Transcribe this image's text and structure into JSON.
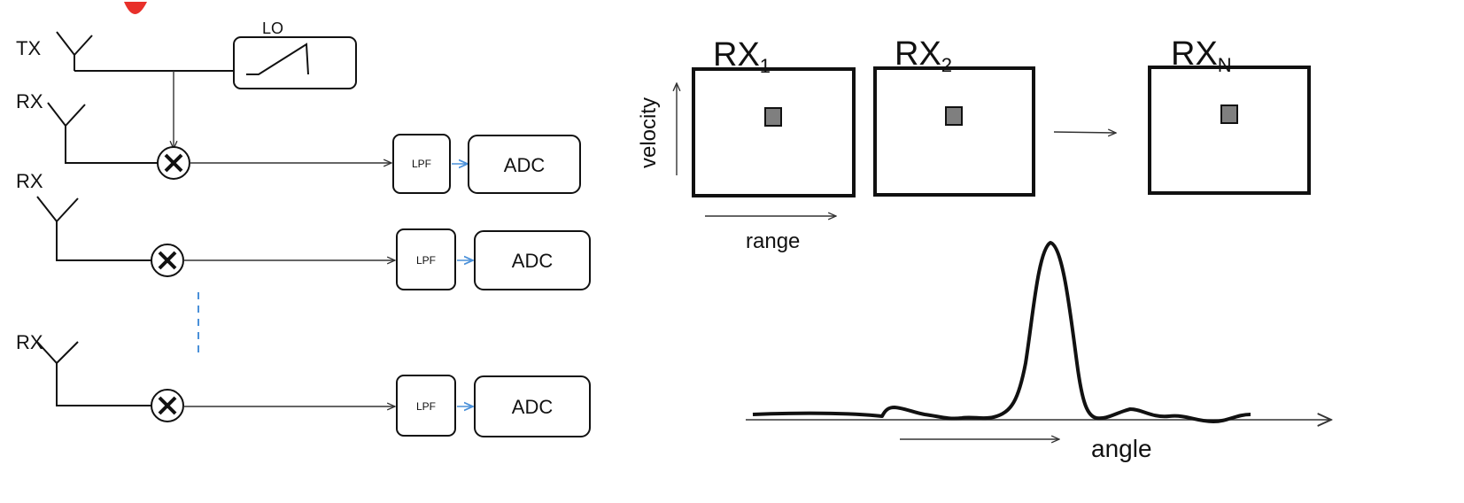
{
  "rf_chain": {
    "tx_label": "TX",
    "lo_label": "LO",
    "channels": [
      {
        "rx_label": "RX",
        "filter_label": "LPF",
        "adc_label": "ADC"
      },
      {
        "rx_label": "RX",
        "filter_label": "LPF",
        "adc_label": "ADC"
      },
      {
        "rx_label": "RX",
        "filter_label": "LPF",
        "adc_label": "ADC"
      }
    ]
  },
  "range_doppler": {
    "maps": [
      {
        "base": "RX",
        "subscript": "1"
      },
      {
        "base": "RX",
        "subscript": "2"
      },
      {
        "base": "RX",
        "subscript": "N"
      }
    ],
    "y_axis_label": "velocity",
    "x_axis_label": "range"
  },
  "angle_plot": {
    "x_axis_label": "angle"
  },
  "colors": {
    "line": "#111111",
    "lpf_to_adc_arrow": "#4a90d9",
    "dashed_separator": "#4a90d9",
    "target_cell": "#7f7f7f",
    "red_marker": "#e8302a"
  }
}
